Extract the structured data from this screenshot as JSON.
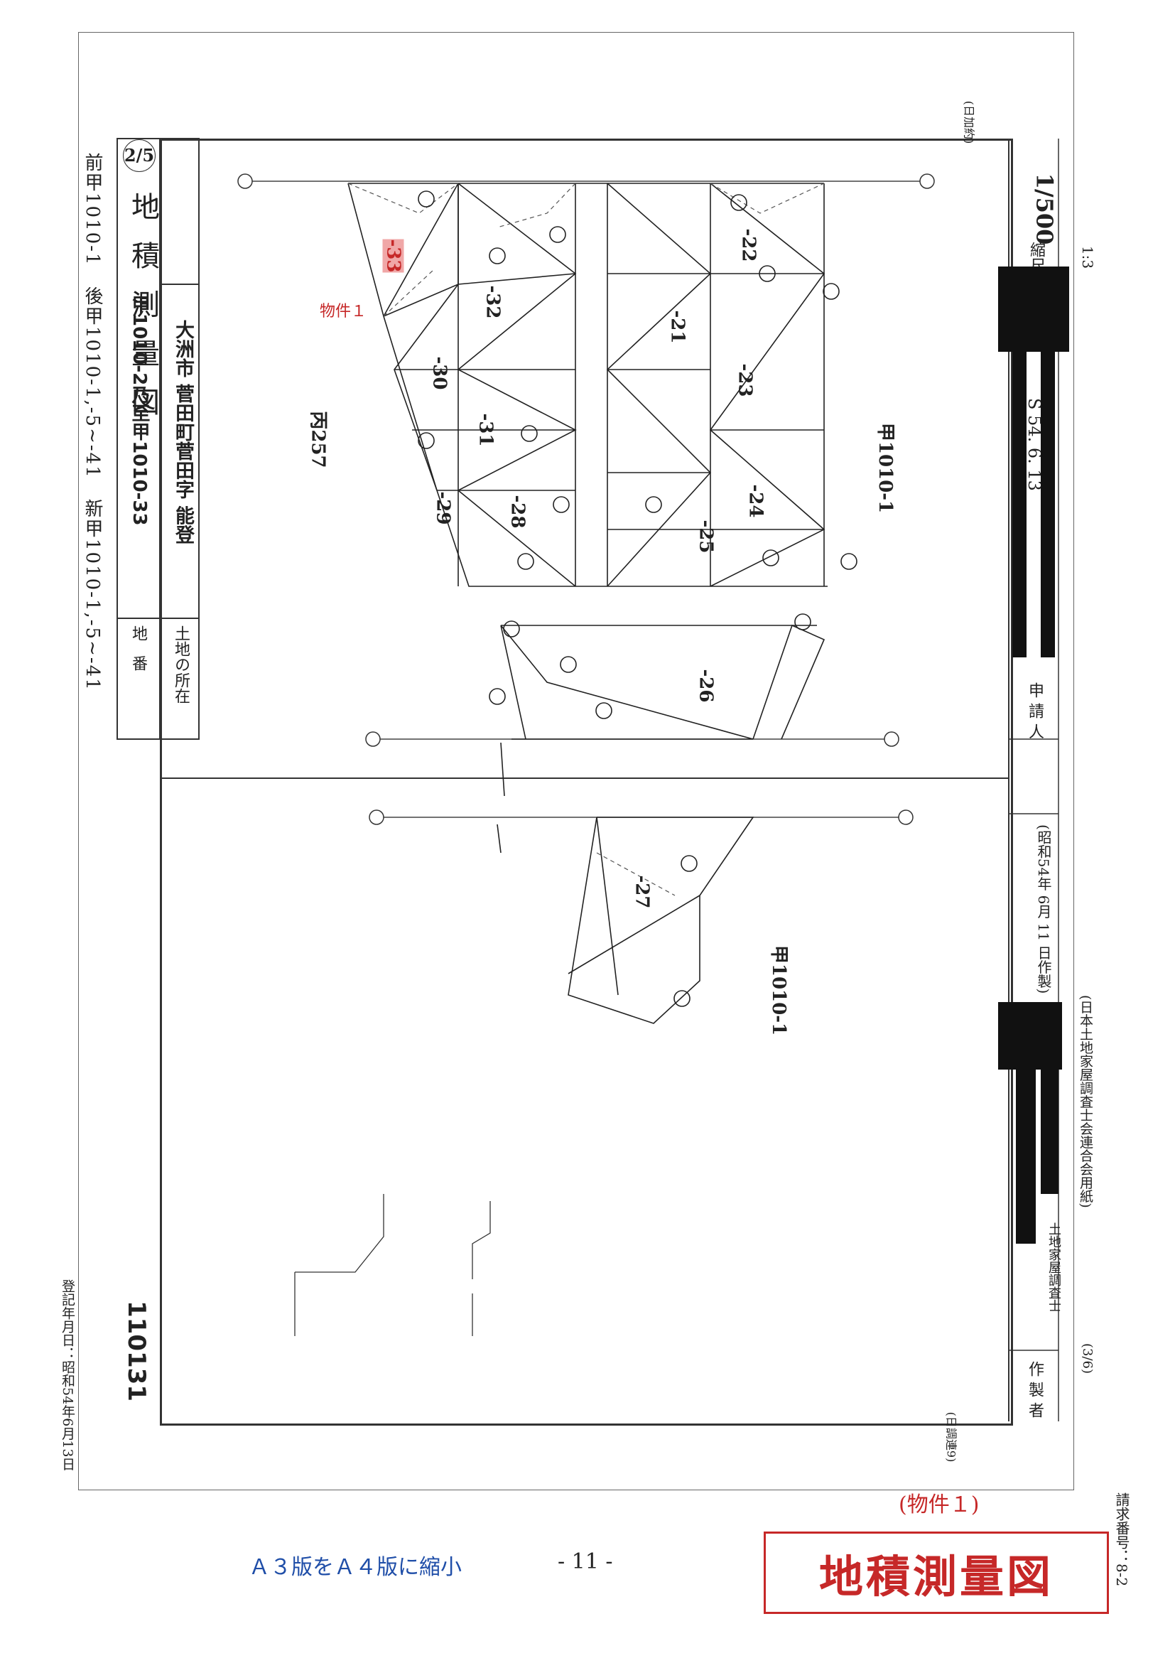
{
  "title": "地 積 測 量 図",
  "sheet_number": "2/5",
  "lot_old": "前甲1010-1",
  "lot_after": "後甲1010-1,-5~-41",
  "lot_new": "新甲1010-1,-5~-41",
  "lot_label": "地番",
  "lot_value": "甲1010-2乃至甲1010-33",
  "location_label": "土地の所在",
  "location_value": "大洲市 菅田町菅田字 能登",
  "property_marker": "物件１",
  "scale_label": "縮尺",
  "scale_value": "1/500",
  "scale_extra": "1:3",
  "date_stamp": "S 54. 6. 13",
  "applicant_label": "申 請 人",
  "made_date": "(昭和54年 6月 11 日作製)",
  "paper_note": "(日本土地家屋調査士会連合会用紙)",
  "maker_label": "作 製 者",
  "maker_title": "土地家屋調査士",
  "file_no": "110131",
  "page_frac": "(3/6)",
  "registration": "登記年月日：昭和54年6月13日",
  "neighbor_label": "丙257",
  "lot_main_1": "甲1010-1",
  "lot_main_2": "甲1010-1",
  "reduction_note": "Ａ３版をＡ４版に縮小",
  "page_number": "- 11 -",
  "stamp_caption": "(物件１)",
  "stamp_text": "地積測量図",
  "request_no": "請求番号：8-2",
  "corner_note_top": "(日加約)",
  "corner_note_bottom": "(日調連9)",
  "parcels": [
    "-33",
    "-30",
    "-32",
    "-29",
    "-31",
    "-28",
    "-21",
    "-22",
    "-23",
    "-24",
    "-25",
    "-26",
    "-27"
  ]
}
